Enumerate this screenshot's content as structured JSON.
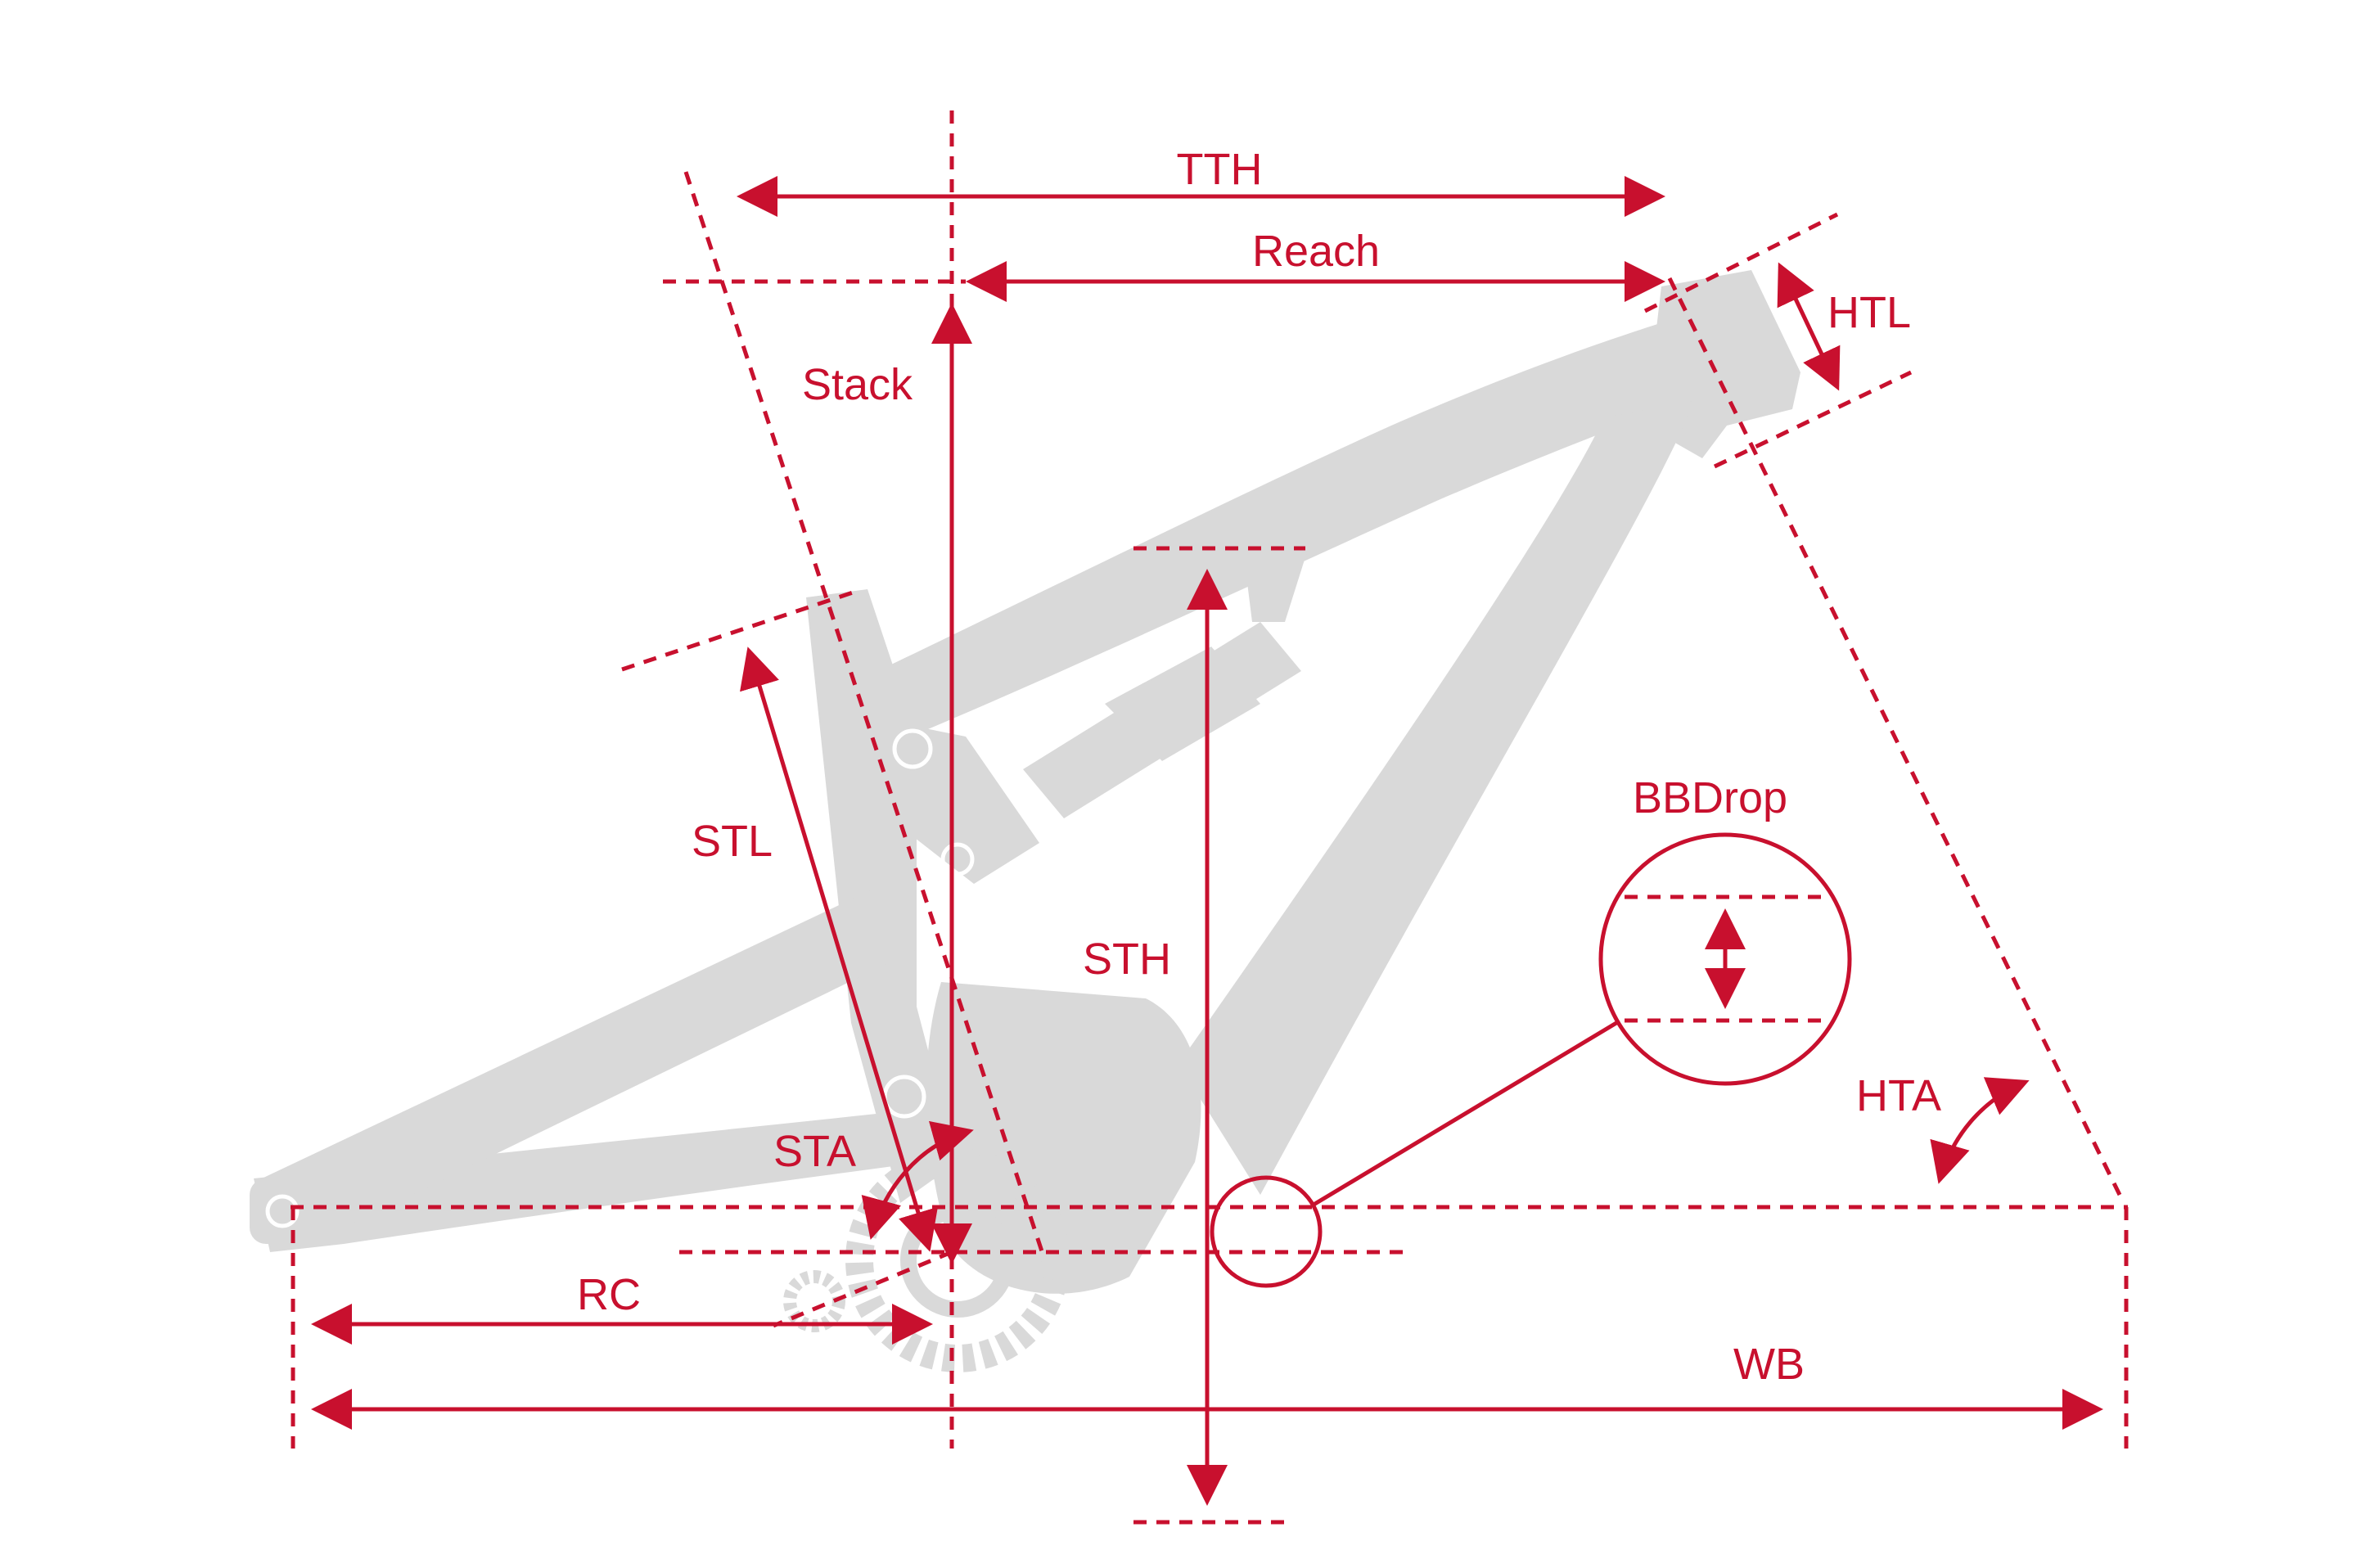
{
  "colors": {
    "accent": "#c8102e",
    "frame": "#d9d9d9"
  },
  "labels": {
    "tth": "TTH",
    "reach": "Reach",
    "htl": "HTL",
    "stack": "Stack",
    "stl": "STL",
    "sth": "STH",
    "bbdrop": "BBDrop",
    "hta": "HTA",
    "sta": "STA",
    "rc": "RC",
    "wb": "WB"
  }
}
